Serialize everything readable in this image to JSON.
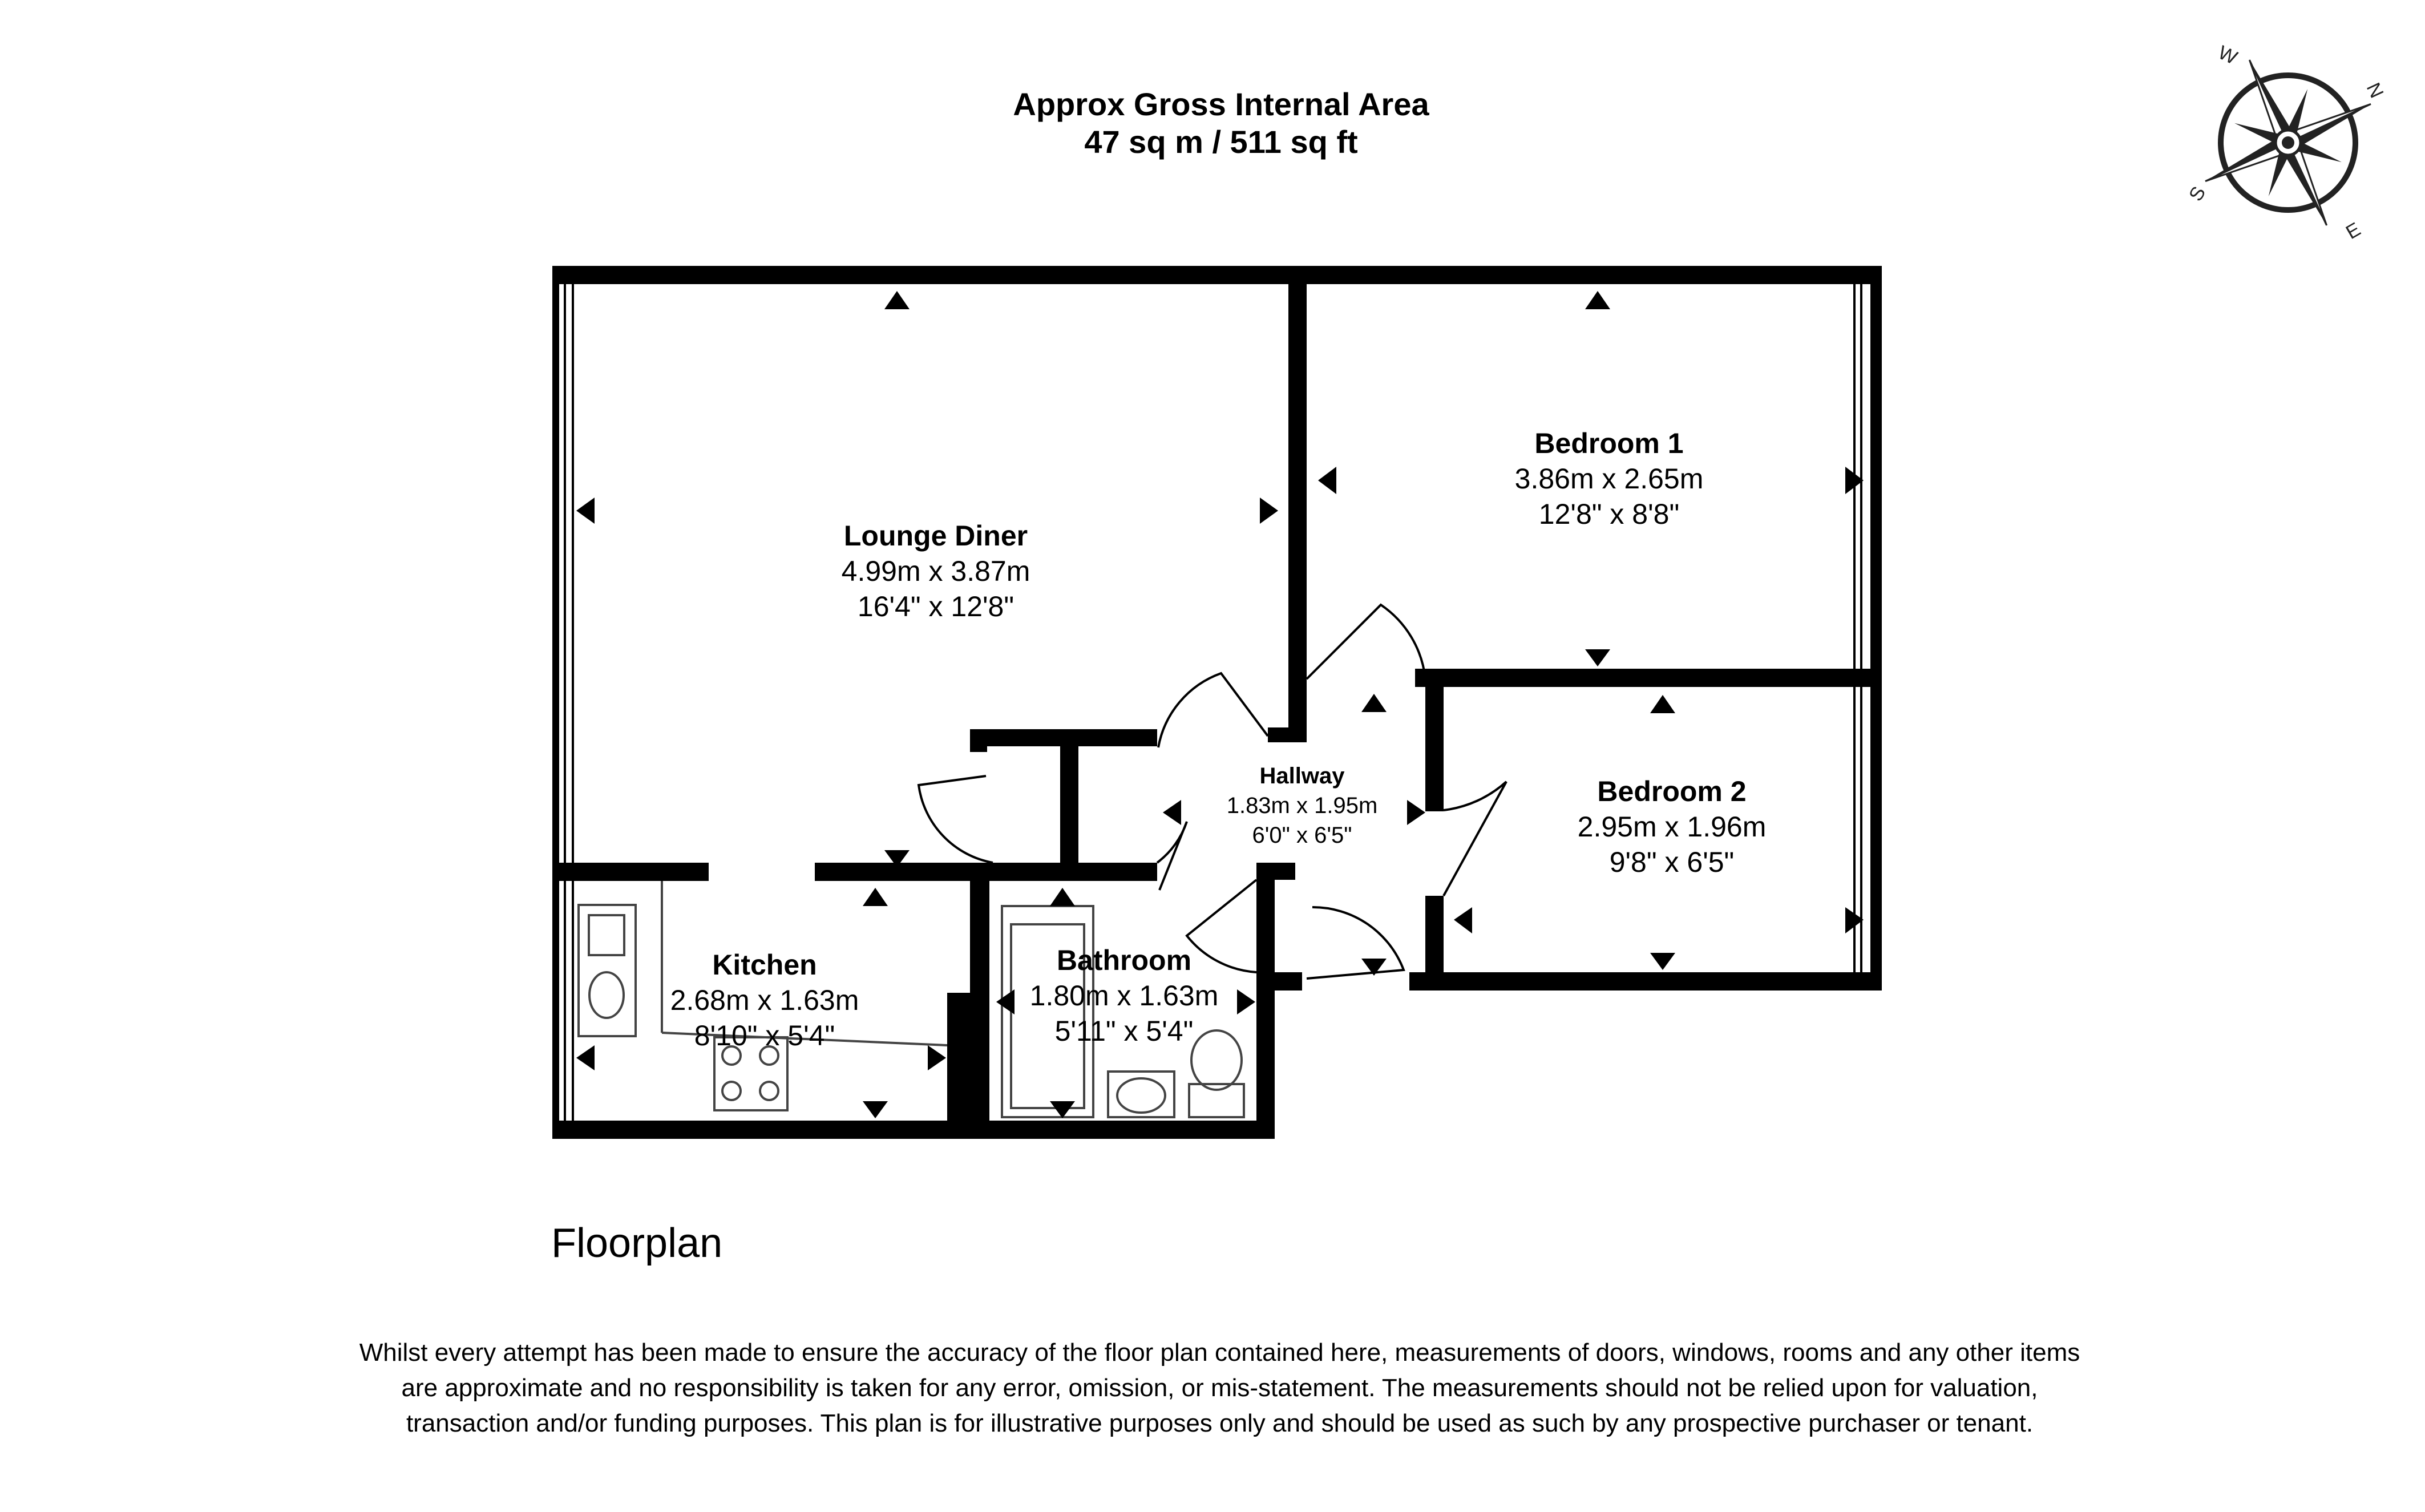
{
  "header": {
    "line1": "Approx Gross Internal Area",
    "line2": "47 sq m / 511 sq ft"
  },
  "rooms": {
    "lounge": {
      "name": "Lounge Diner",
      "metric": "4.99m x 3.87m",
      "imperial": "16'4\" x 12'8\""
    },
    "bedroom1": {
      "name": "Bedroom 1",
      "metric": "3.86m x 2.65m",
      "imperial": "12'8\" x 8'8\""
    },
    "bedroom2": {
      "name": "Bedroom 2",
      "metric": "2.95m x 1.96m",
      "imperial": "9'8\" x 6'5\""
    },
    "hallway": {
      "name": "Hallway",
      "metric": "1.83m x 1.95m",
      "imperial": "6'0\" x 6'5\""
    },
    "kitchen": {
      "name": "Kitchen",
      "metric": "2.68m x 1.63m",
      "imperial": "8'10\" x 5'4\""
    },
    "bathroom": {
      "name": "Bathroom",
      "metric": "1.80m x 1.63m",
      "imperial": "5'11\" x 5'4\""
    }
  },
  "plan_title": "Floorplan",
  "disclaimer": "Whilst every attempt has been made to ensure the accuracy of the floor plan contained here, measurements of doors, windows, rooms and any other items are approximate and no responsibility is taken for any error, omission, or mis-statement. The measurements should not be relied upon for valuation, transaction and/or funding purposes. This plan is for illustrative purposes only and should be used as such by any prospective purchaser or tenant.",
  "compass": {
    "n": "N",
    "e": "E",
    "s": "S",
    "w": "W",
    "icon": "compass-rose-icon"
  }
}
